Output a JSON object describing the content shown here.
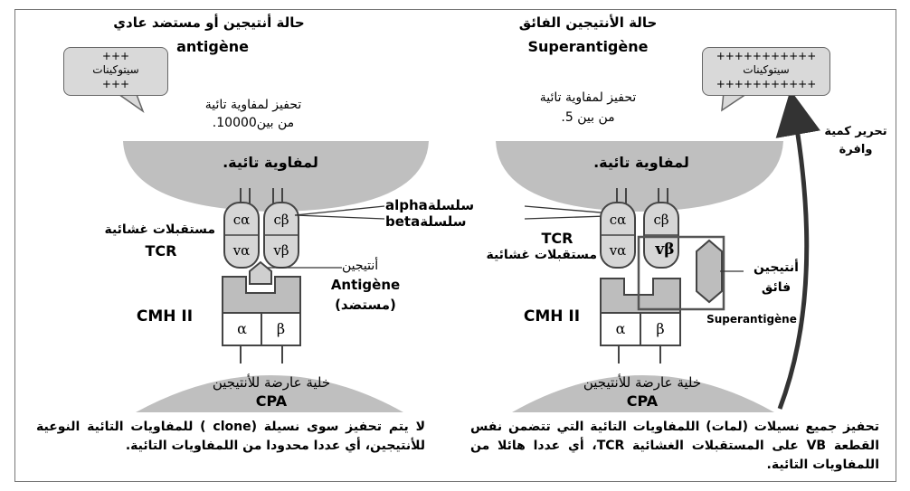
{
  "left_panel": {
    "title_ar": "حالة أنتيجين أو مستضد عادي",
    "title_fr": "antigène",
    "cytokines_bubble": {
      "top": "+++",
      "label": "سيتوكينات",
      "bottom": "+++"
    },
    "stimulation_text": "تحفيز لمفاوية تائية",
    "ratio_text": "من بين10000.",
    "lymphocyte_label": "لمفاوية تائية.",
    "membrane_receptors_ar": "مستقبلات غشائية",
    "tcr_label": "TCR",
    "chain_c_alpha": "cα",
    "chain_c_beta": "cβ",
    "chain_v_alpha": "vα",
    "chain_v_beta": "vβ",
    "antigen_ar": "أنتيجين",
    "antigen_fr": "Antigène",
    "antigen_paren": "(مستضد)",
    "cmh_label": "CMH II",
    "mhc_alpha": "α",
    "mhc_beta": "β",
    "cpa_ar": "خلية عارضة للأنتيجين",
    "cpa_label": "CPA",
    "description": "لا يتم تحفيز سوى نسيلة (clone ) للمفاويات التائية النوعية للأنتيجين، أي عددا محدودا من اللمفاويات التائية."
  },
  "center_labels": {
    "alpha_label": "alphaسلسلة",
    "beta_label": "betaسلسلة"
  },
  "right_panel": {
    "title_ar": "حالة الأنتيجين الفائق",
    "title_fr": "Superantigène",
    "cytokines_bubble": {
      "top": "+++++++++++",
      "label": "سيتوكينات",
      "bottom": "+++++++++++"
    },
    "stimulation_text": "تحفيز لمفاوية تائية",
    "ratio_text": "من بين 5.",
    "lymphocyte_label": "لمفاوية تائية.",
    "tcr_label": "TCR",
    "membrane_receptors_ar": "مستقبلات غشائية",
    "chain_c_alpha": "cα",
    "chain_c_beta": "cβ",
    "chain_v_alpha": "vα",
    "chain_v_beta": "vβ",
    "superantigen_ar_1": "أنتيجين",
    "superantigen_ar_2": "فائق",
    "superantigen_fr": "Superantigène",
    "cmh_label": "CMH II",
    "mhc_alpha": "α",
    "mhc_beta": "β",
    "cpa_ar": "خلية عارضة للأنتيجين",
    "cpa_label": "CPA",
    "release_text_1": "تحرير كمية",
    "release_text_2": "وافرة",
    "description": "تحفيز جميع نسيلات (لمات) اللمفاويات التائية التي تتضمن نفس القطعة VB على المستقبلات الغشائية TCR، أي عددا هائلا من اللمفاويات التائية."
  },
  "colors": {
    "cell_fill": "#bfbfbf",
    "bubble_fill": "#d9d9d9",
    "receptor_fill": "#d6d6d6",
    "mhc_fill": "#bdbdbd",
    "outline": "#555555"
  }
}
